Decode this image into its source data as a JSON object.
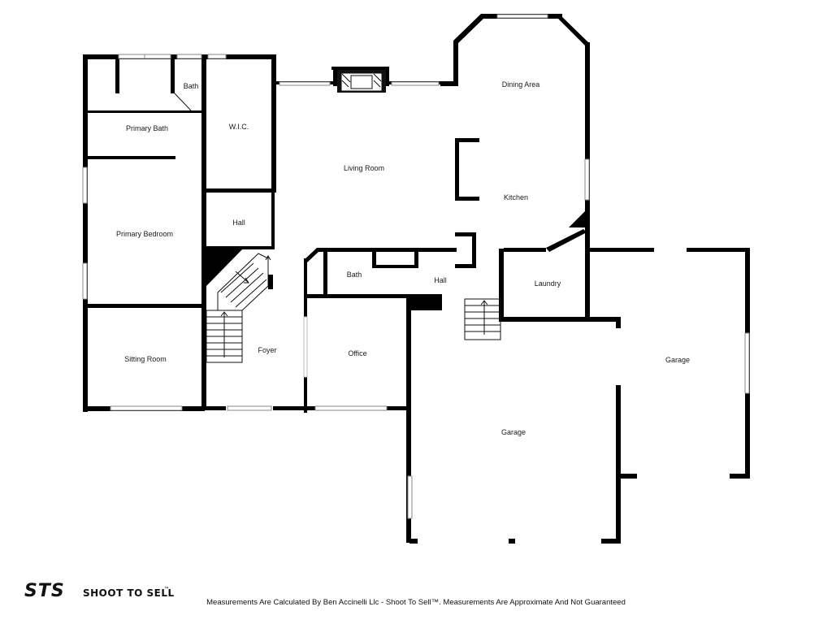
{
  "rooms": {
    "bath_upper": "Bath",
    "primary_bath": "Primary Bath",
    "wic": "W.I.C.",
    "living_room": "Living Room",
    "dining_area": "Dining Area",
    "kitchen": "Kitchen",
    "hall_left": "Hall",
    "primary_bedroom": "Primary Bedroom",
    "bath_lower": "Bath",
    "hall_center": "Hall",
    "laundry": "Laundry",
    "sitting_room": "Sitting Room",
    "foyer": "Foyer",
    "office": "Office",
    "garage_right": "Garage",
    "garage_main": "Garage"
  },
  "branding": {
    "logo_mark": "STS",
    "logo_text": "SHOOT TO SELL",
    "logo_tm": "™"
  },
  "footer": {
    "disclaimer": "Measurements Are Calculated By Ben Accinelli Llc - Shoot To Sell™. Measurements Are Approximate And Not Guaranteed"
  },
  "colors": {
    "wall": "#000000",
    "window": "#bdbdbd",
    "background": "#ffffff"
  }
}
